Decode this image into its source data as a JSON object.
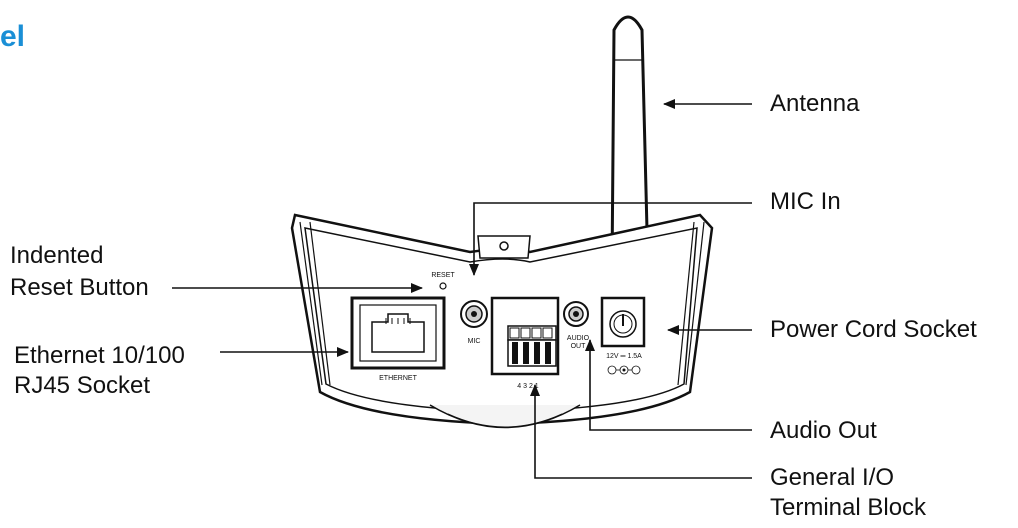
{
  "title_fragment": "el",
  "device_markings": {
    "reset": "RESET",
    "mic": "MIC",
    "audio_out": "AUDIO\nOUT",
    "ethernet": "ETHERNET",
    "terminal_pins": "4 3 2 1",
    "power_rating": "12V ═ 1.5A"
  },
  "labels": {
    "antenna": "Antenna",
    "mic_in": "MIC In",
    "reset_line1": "Indented",
    "reset_line2": "Reset Button",
    "ethernet_line1": "Ethernet 10/100",
    "ethernet_line2": "RJ45 Socket",
    "power": "Power Cord Socket",
    "audio_out": "Audio Out",
    "io_line1": "General I/O",
    "io_line2": "Terminal Block"
  }
}
